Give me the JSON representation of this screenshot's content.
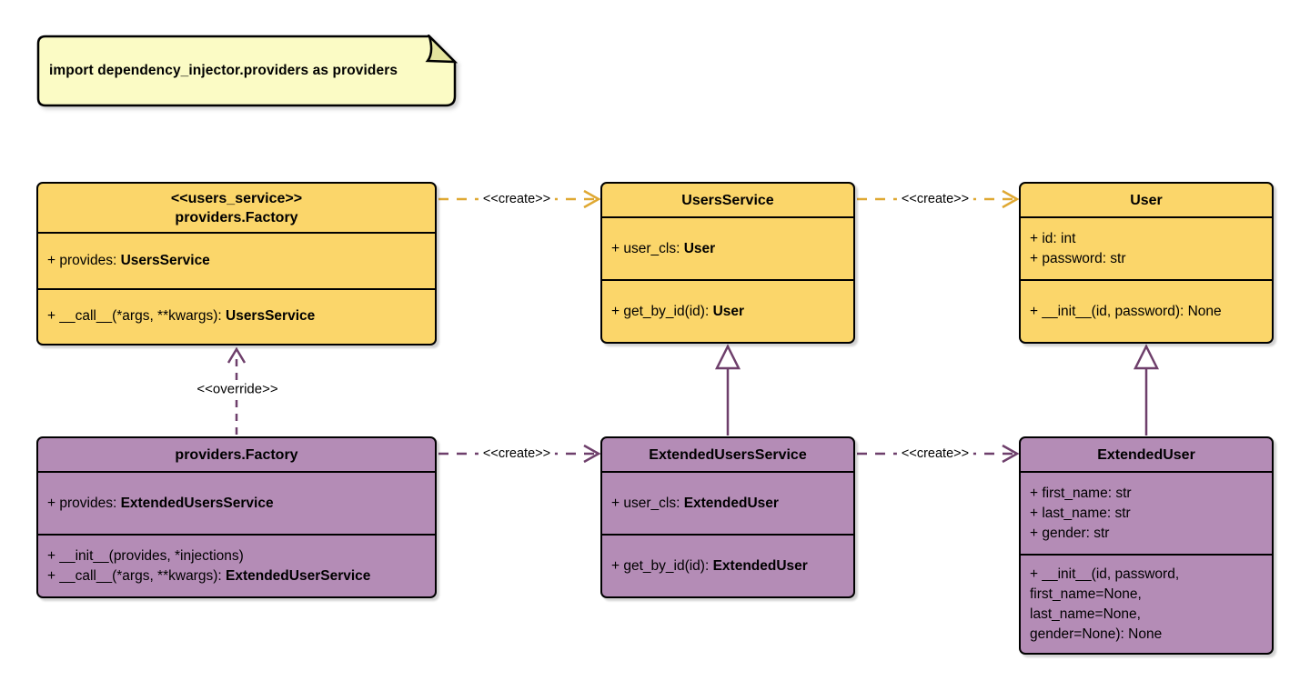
{
  "note": {
    "text": "import dependency_injector.providers as providers"
  },
  "labels": {
    "create": "<<create>>",
    "override": "<<override>>"
  },
  "colors": {
    "yellow_class_fill": "#FBD66A",
    "purple_class_fill": "#B48CB6",
    "note_fill": "#FBFBC5",
    "note_fold_fill": "#E4E49E",
    "create_arrow_gold": "#DFA832",
    "purple_arrow": "#6E3F6B",
    "border_black": "#000000"
  },
  "classes": {
    "users_factory": {
      "stereotype": "<<users_service>>",
      "name": "providers.Factory",
      "attributes": [
        {
          "pre": "+ provides: ",
          "bold": "UsersService"
        }
      ],
      "methods": [
        {
          "pre": "+ __call__(*args, **kwargs): ",
          "bold": "UsersService"
        }
      ]
    },
    "users_service": {
      "name": "UsersService",
      "attributes": [
        {
          "pre": "+ user_cls: ",
          "bold": "User"
        }
      ],
      "methods": [
        {
          "pre": "+ get_by_id(id): ",
          "bold": "User"
        }
      ]
    },
    "user": {
      "name": "User",
      "attributes": [
        {
          "pre": "+ id: int"
        },
        {
          "pre": "+ password: str"
        }
      ],
      "methods": [
        {
          "pre": "+ __init__(id, password): None"
        }
      ]
    },
    "extended_factory": {
      "name": "providers.Factory",
      "attributes": [
        {
          "pre": "+ provides: ",
          "bold": "ExtendedUsersService"
        }
      ],
      "methods": [
        {
          "pre": "+ __init__(provides, *injections)"
        },
        {
          "pre": "+ __call__(*args, **kwargs): ",
          "bold": "ExtendedUserService"
        }
      ]
    },
    "extended_users_service": {
      "name": "ExtendedUsersService",
      "attributes": [
        {
          "pre": "+ user_cls: ",
          "bold": "ExtendedUser"
        }
      ],
      "methods": [
        {
          "pre": "+ get_by_id(id): ",
          "bold": "ExtendedUser"
        }
      ]
    },
    "extended_user": {
      "name": "ExtendedUser",
      "attributes": [
        {
          "pre": "+ first_name: str"
        },
        {
          "pre": "+ last_name: str"
        },
        {
          "pre": "+ gender: str"
        }
      ],
      "methods": [
        {
          "pre": "+ __init__(id, password,"
        },
        {
          "pre": "first_name=None,"
        },
        {
          "pre": "last_name=None,"
        },
        {
          "pre": "gender=None): None"
        }
      ]
    }
  }
}
